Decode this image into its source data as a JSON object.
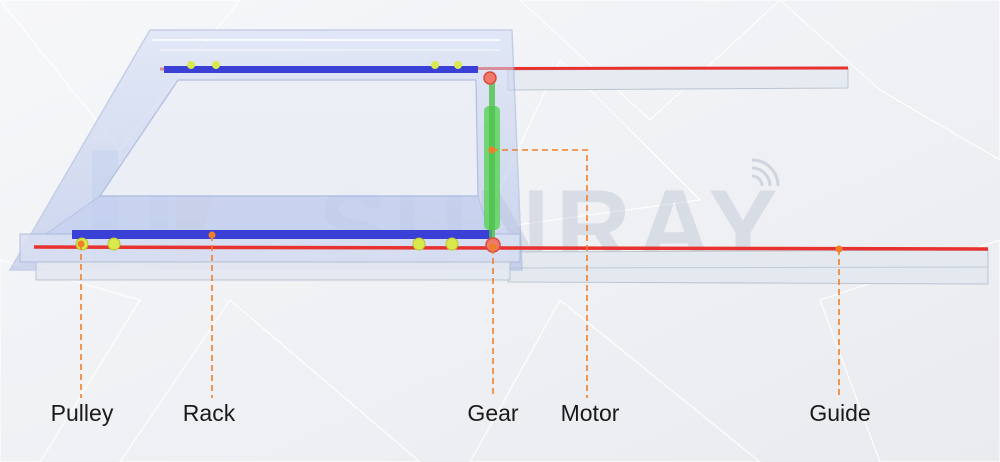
{
  "watermark": {
    "text": "SUNRAY"
  },
  "labels": {
    "pulley": "Pulley",
    "rack": "Rack",
    "gear": "Gear",
    "motor": "Motor",
    "guide": "Guide"
  },
  "colors": {
    "background": "#f2f3f5",
    "rack": "#3a3fd6",
    "guide_line": "#e8322f",
    "callout": "#f07f2a",
    "motor": "#5fd35f",
    "pulley": "#d9e84a",
    "frame": "#b9c8ee"
  }
}
